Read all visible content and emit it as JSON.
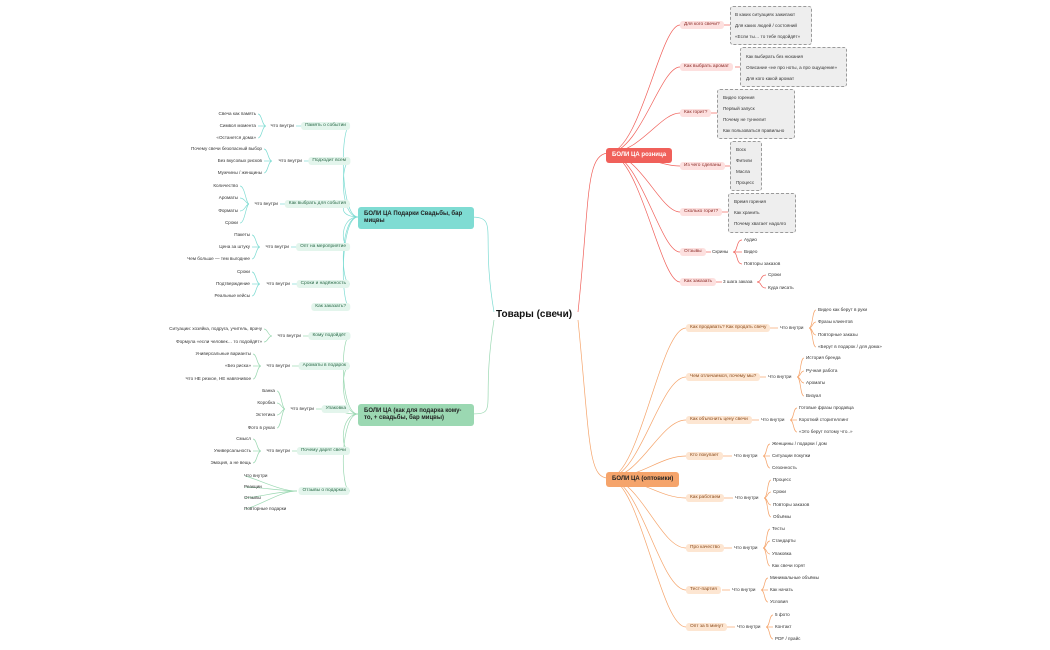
{
  "root": "Товары (свечи)",
  "colors": {
    "red": "#f0605a",
    "orange": "#f5a46b",
    "teal": "#7fdcd3",
    "green": "#9bd8b2"
  },
  "b1": {
    "title": "БОЛИ ЦА розница",
    "n1": {
      "label": "Для кого свечи?",
      "items": [
        "В каких ситуациях зажигают",
        "Для каких людей / состояний",
        "«Если ты… то тебе подойдёт»"
      ]
    },
    "n2": {
      "label": "Как выбрать аромат",
      "items": [
        "Как выбирать без нюхания",
        "Описание «не про ноты, а про ощущение»",
        "Для кого какой аромат"
      ]
    },
    "n3": {
      "label": "Как горит?",
      "items": [
        "Видео горения",
        "Первый запуск",
        "Почему не туннелит",
        "Как пользоваться правильно"
      ]
    },
    "n4": {
      "label": "Из чего сделаны",
      "items": [
        "Воск",
        "Фитили",
        "Масла",
        "Процесс"
      ]
    },
    "n5": {
      "label": "Сколько горит?",
      "items": [
        "Время горения",
        "Как хранить",
        "Почему хватает надолго"
      ]
    },
    "n6": {
      "label": "Отзывы",
      "sub": "Скрины",
      "items": [
        "Аудио",
        "Видео",
        "Повторы заказов"
      ]
    },
    "n7": {
      "label": "Как заказать",
      "sub": "3 шага заказа",
      "items": [
        "Сроки",
        "Куда писать"
      ]
    }
  },
  "b2": {
    "title": "БОЛИ ЦА (оптовики)",
    "inside": "Что внутри",
    "n1": {
      "label": "Как продавать? Как продать свечу",
      "items": [
        "Видео как берут в руки",
        "Фразы клиентов",
        "Повторные заказы",
        "«Берут в подарок / для дома»"
      ]
    },
    "n2": {
      "label": "Чем отличаемся, почему мы?",
      "items": [
        "История бренда",
        "Ручная работа",
        "Ароматы",
        "Визуал"
      ]
    },
    "n3": {
      "label": "Как объяснить цену свечи",
      "items": [
        "Готовые фразы продавца",
        "Короткий сторителлинг",
        "«Это берут потому что..»"
      ]
    },
    "n4": {
      "label": "Кто покупает",
      "items": [
        "Женщины / подарки / дом",
        "Ситуации покупки",
        "Сезонность"
      ]
    },
    "n5": {
      "label": "Как работаем",
      "items": [
        "Процесс",
        "Сроки",
        "Повторы заказов",
        "Объёмы"
      ]
    },
    "n6": {
      "label": "Про качество",
      "items": [
        "Тесты",
        "Стандарты",
        "Упаковка",
        "Как свечи горят"
      ]
    },
    "n7": {
      "label": "Тест-партия",
      "items": [
        "Минимальные объёмы",
        "Как начать",
        "Условия"
      ]
    },
    "n8": {
      "label": "Опт за 5 минут",
      "items": [
        "5 фото",
        "Контакт",
        "PDF / прайс"
      ]
    }
  },
  "b3": {
    "title": "БОЛИ ЦА Подарки Свадьбы, бар мицвы",
    "inside": "Что внутри",
    "n1": {
      "label": "Память о событии",
      "items": [
        "Свеча как память",
        "Символ момента",
        "«Останется дома»"
      ]
    },
    "n2": {
      "label": "Подходит всем",
      "items": [
        "Почему свечи безопасный выбор",
        "Без вкусовых рисков",
        "Мужчины / женщины"
      ]
    },
    "n3": {
      "label": "Как выбрать для события",
      "items": [
        "Количество",
        "Ароматы",
        "Форматы",
        "Сроки"
      ]
    },
    "n4": {
      "label": "Опт на мероприятие",
      "items": [
        "Пакеты",
        "Цена за штуку",
        "Чем больше — тем выгоднее"
      ]
    },
    "n5": {
      "label": "Сроки и надёжность",
      "items": [
        "Сроки",
        "Подтверждение",
        "Реальные кейсы"
      ]
    },
    "n6": {
      "label": "Как заказать?"
    }
  },
  "b4": {
    "title": "БОЛИ ЦА (как для подарка кому-то, + свадьбы, бар мицвы)",
    "inside": "Что внутри",
    "n1": {
      "label": "Кому подойдёт",
      "items": [
        "Ситуации: хозяйка, подруга, учитель, врачу",
        "Формула «если человек… то подойдёт»"
      ]
    },
    "n2": {
      "label": "Ароматы в подарок",
      "items": [
        "Универсальные варианты",
        "«Без риска»",
        "Что НЕ резкое, НЕ навязчивое"
      ]
    },
    "n3": {
      "label": "Упаковка",
      "items": [
        "Банка",
        "Коробка",
        "Эстетика",
        "Фото в руках"
      ]
    },
    "n4": {
      "label": "Почему дарят свечи",
      "items": [
        "Смысл",
        "Универсальность",
        "Эмоция, а не вещь"
      ]
    },
    "n5": {
      "label": "Отзывы о подарках",
      "items": [
        "Что внутри",
        "Реакции",
        "Отзывы",
        "Повторные подарки"
      ]
    }
  }
}
